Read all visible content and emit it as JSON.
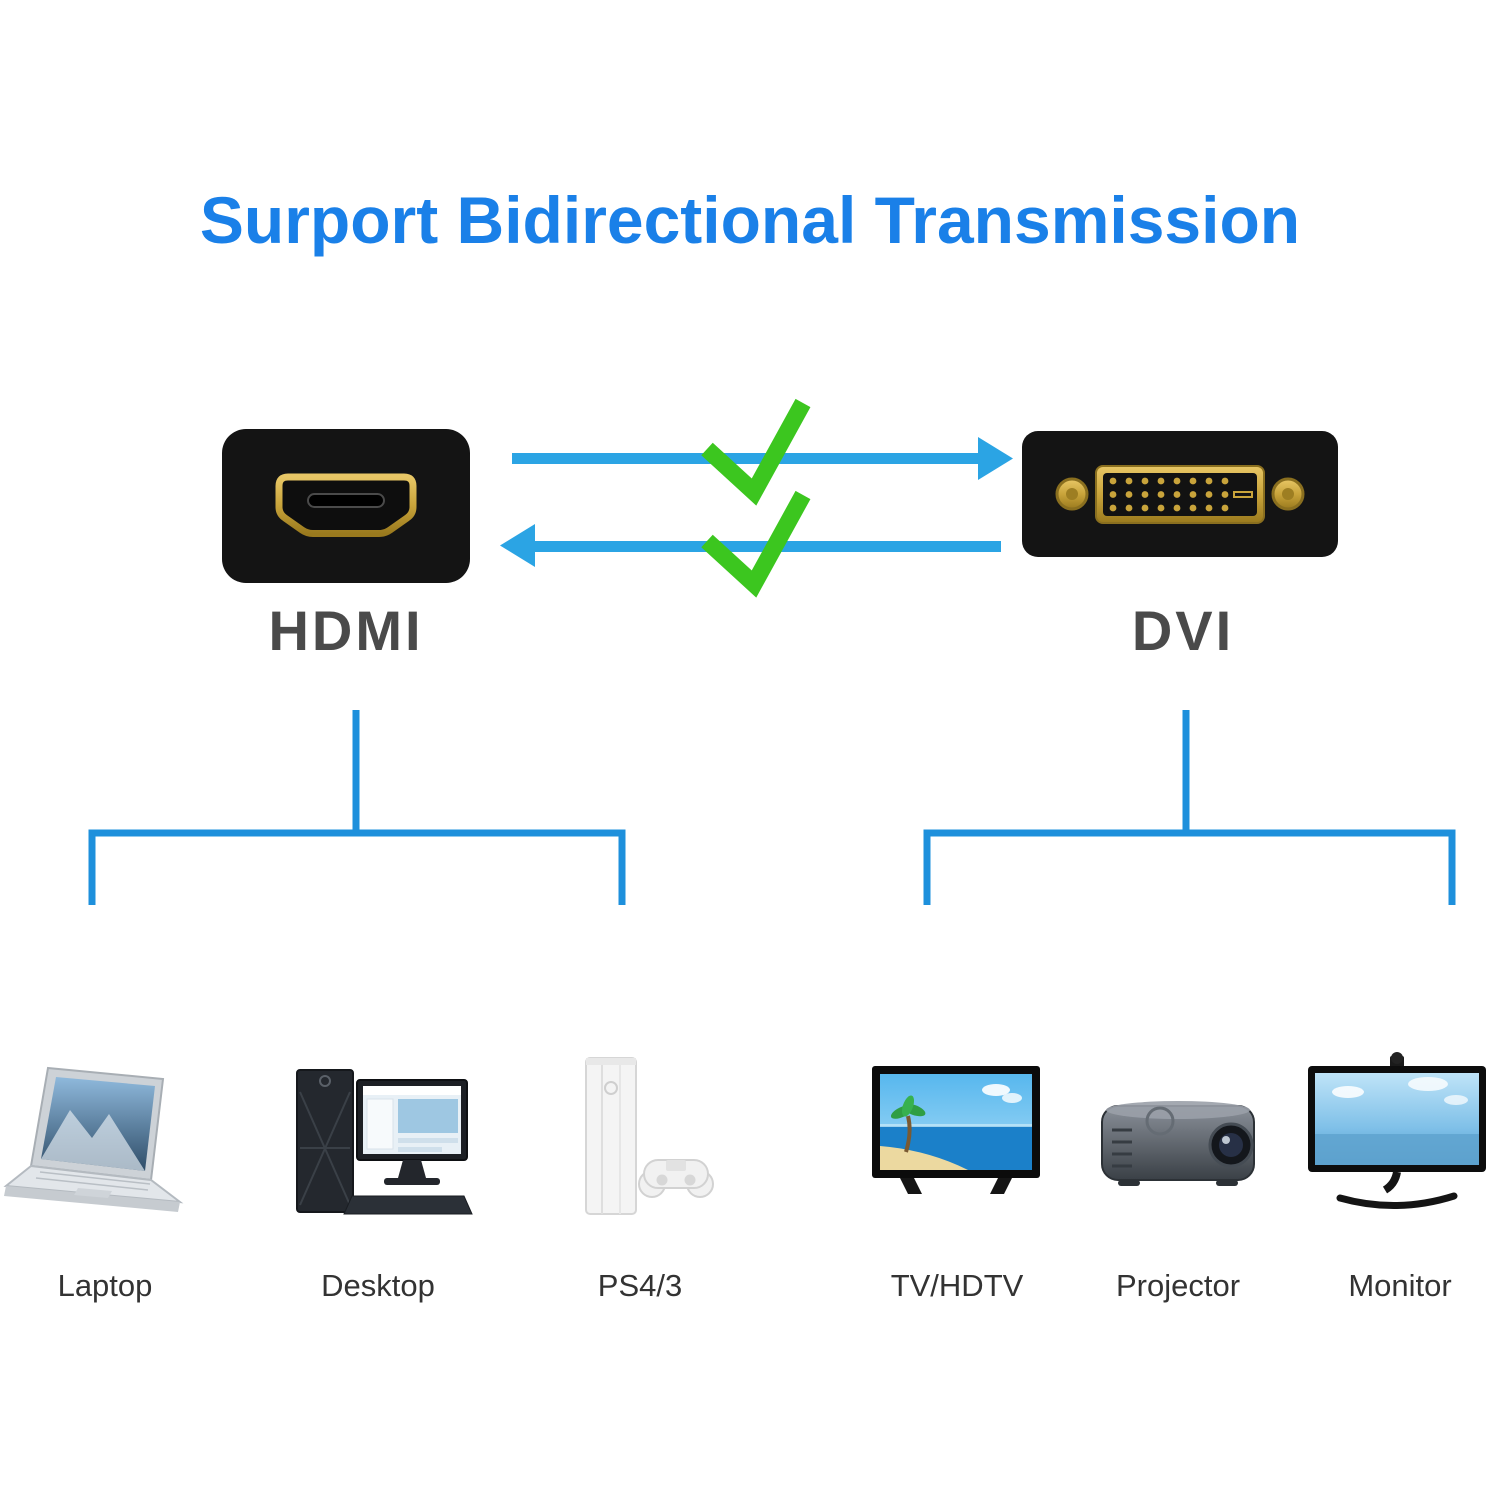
{
  "title": "Surport Bidirectional Transmission",
  "connectors": {
    "left": {
      "label": "HDMI",
      "icon": "hdmi-connector-icon"
    },
    "right": {
      "label": "DVI",
      "icon": "dvi-connector-icon"
    }
  },
  "transmission": {
    "direction_icons": [
      "arrow-right-icon",
      "arrow-left-icon"
    ],
    "check_icons": [
      "checkmark-icon",
      "checkmark-icon"
    ]
  },
  "device_groups": {
    "hdmi_sources": [
      {
        "label": "Laptop",
        "icon": "laptop-icon"
      },
      {
        "label": "Desktop",
        "icon": "desktop-icon"
      },
      {
        "label": "PS4/3",
        "icon": "game-console-icon"
      }
    ],
    "dvi_displays": [
      {
        "label": "TV/HDTV",
        "icon": "tv-icon"
      },
      {
        "label": "Projector",
        "icon": "projector-icon"
      },
      {
        "label": "Monitor",
        "icon": "monitor-icon"
      }
    ]
  },
  "colors": {
    "title_blue": "#1A80E8",
    "arrow_blue": "#2BA4E4",
    "bracket_blue": "#1E90DC",
    "check_green": "#3CC61F",
    "connector_body_black": "#141414",
    "connector_gold": "#C9A43B",
    "port_label_gray": "#4A4A4A",
    "device_label_gray": "#333333"
  }
}
